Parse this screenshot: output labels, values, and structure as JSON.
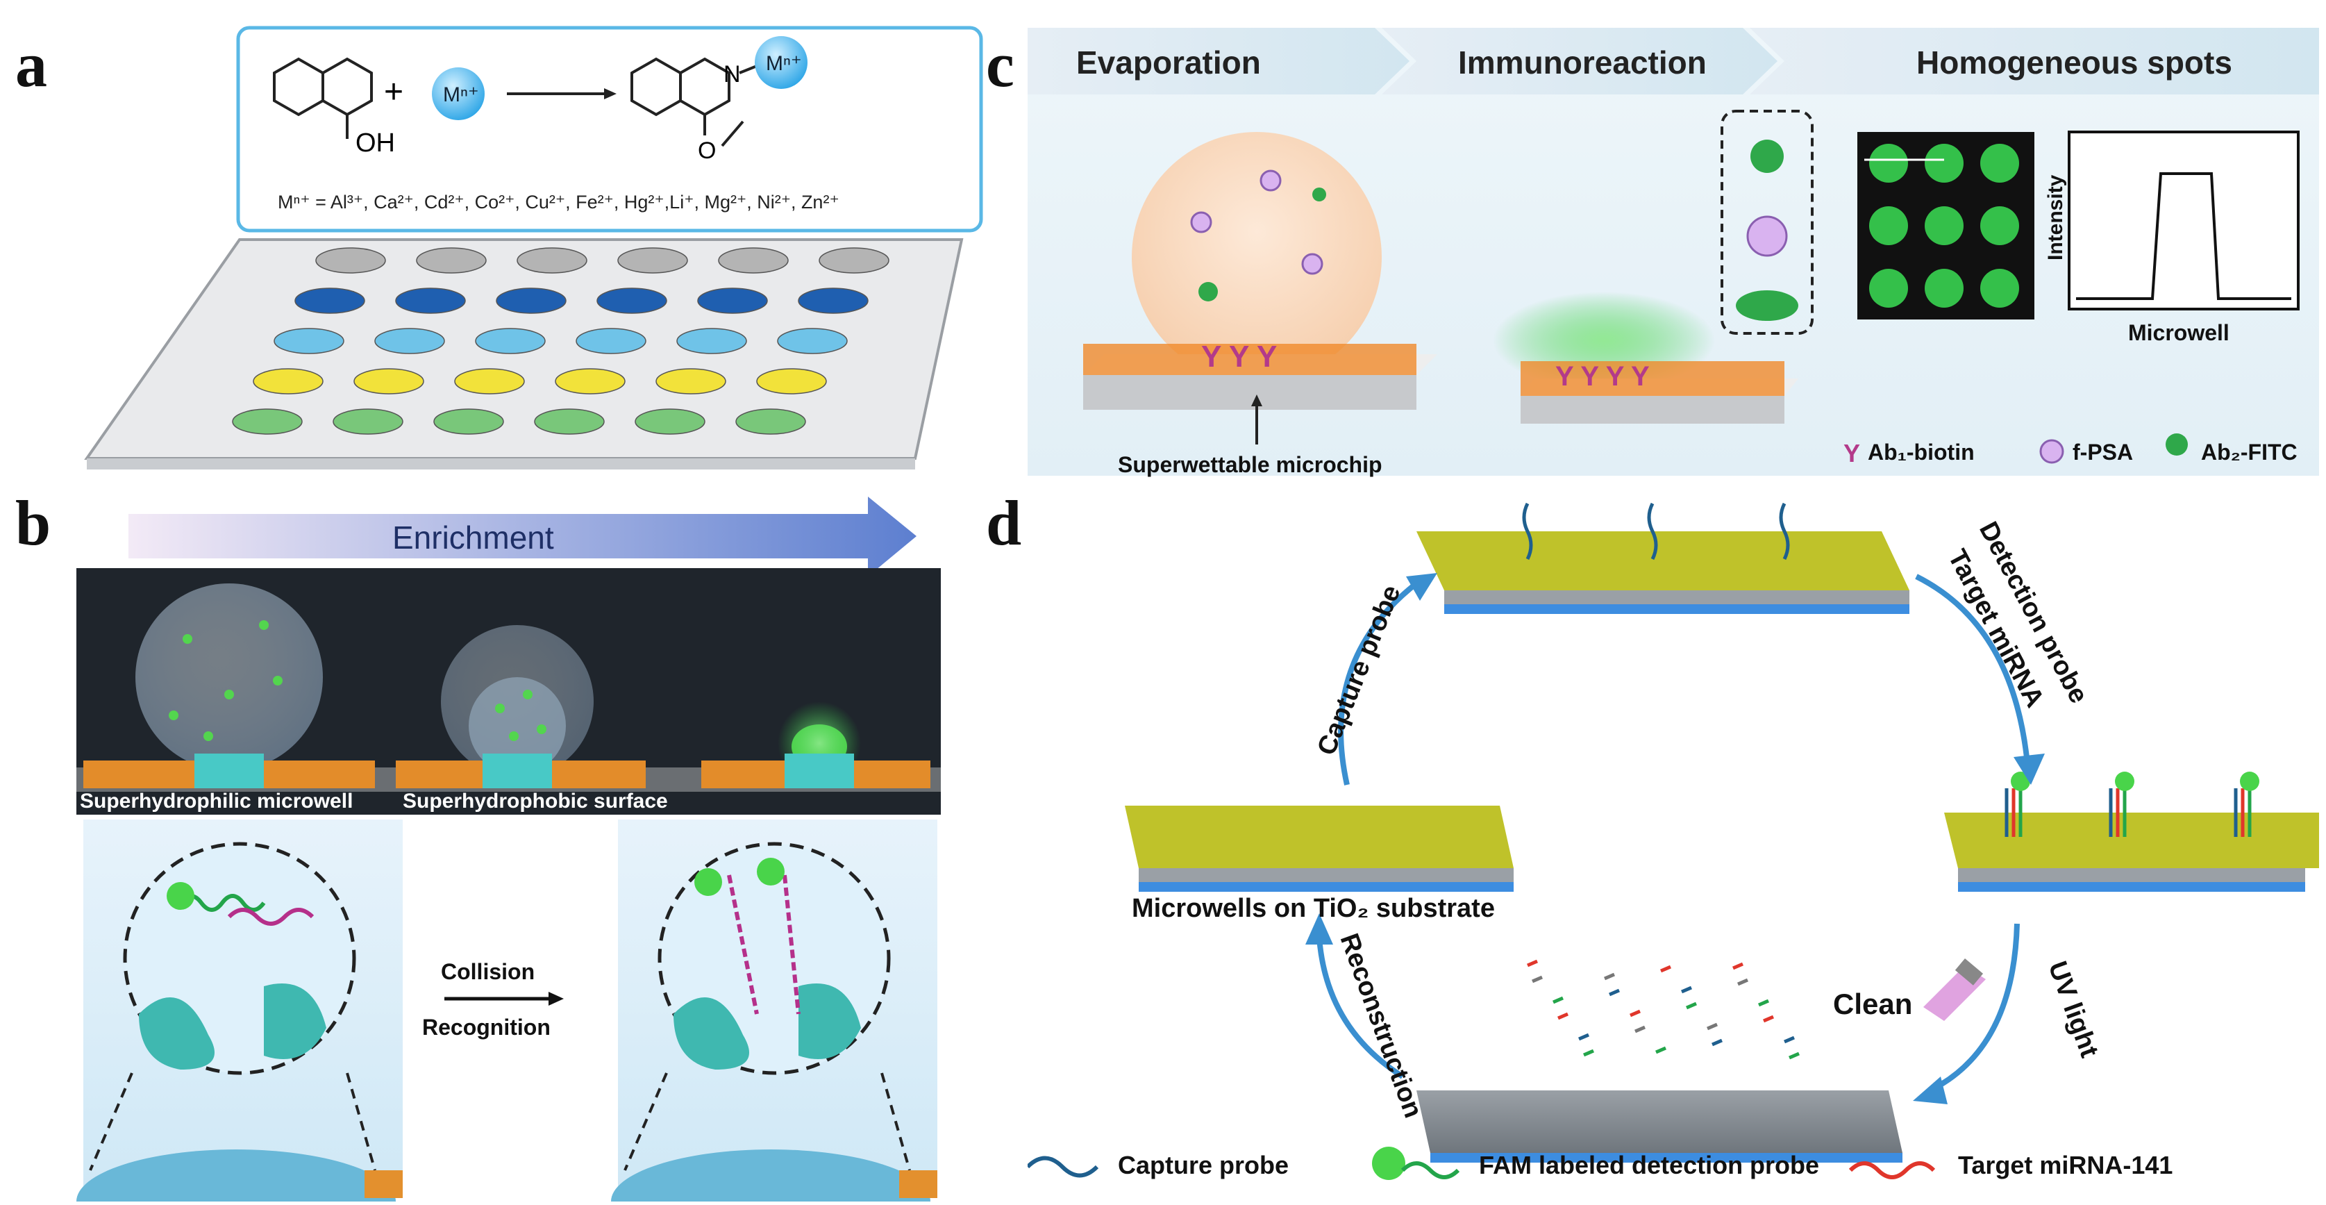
{
  "panels": {
    "a": {
      "label": "a",
      "reaction": {
        "reactant_oh": "OH",
        "plus": "+",
        "metal_ion": "Mⁿ⁺",
        "product_n": "N",
        "product_o": "O",
        "metal_list": "Mⁿ⁺ = Al³⁺, Ca²⁺, Cd²⁺, Co²⁺, Cu²⁺, Fe²⁺, Hg²⁺,Li⁺, Mg²⁺, Ni²⁺, Zn²⁺"
      },
      "spot_rows": [
        "#b4b4b4",
        "#1f5fb0",
        "#6fc3e8",
        "#f2e23a",
        "#79c77a"
      ]
    },
    "b": {
      "label": "b",
      "enrichment": "Enrichment",
      "microwell_label": "Superhydrophilic microwell",
      "surface_label": "Superhydrophobic surface",
      "collision": "Collision",
      "recognition": "Recognition"
    },
    "c": {
      "label": "c",
      "steps": [
        "Evaporation",
        "Immunoreaction",
        "Homogeneous spots"
      ],
      "microchip_label": "Superwettable microchip",
      "ylabel": "Intensity",
      "xlabel": "Microwell",
      "legend": [
        "Ab₁-biotin",
        "f-PSA",
        "Ab₂-FITC"
      ]
    },
    "d": {
      "label": "d",
      "capture_probe": "Capture probe",
      "detection_probe": "Detection probe",
      "target_mirna": "Target miRNA",
      "uv_light": "UV light",
      "clean": "Clean",
      "reconstruction": "Reconstruction",
      "substrate": "Microwells on TiO₂ substrate",
      "legend": [
        "Capture probe",
        "FAM labeled detection probe",
        "Target miRNA-141"
      ]
    }
  }
}
